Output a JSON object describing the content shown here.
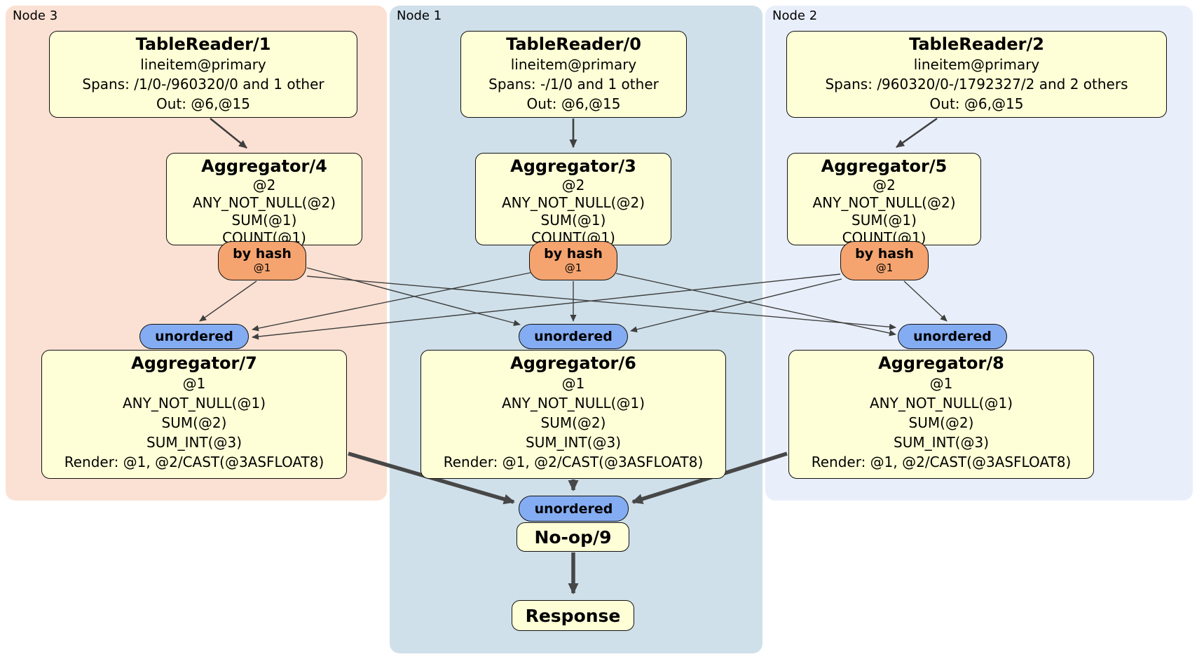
{
  "groups": {
    "node3": {
      "label": "Node 3",
      "bg": "#fbe1d3"
    },
    "node1": {
      "label": "Node 1",
      "bg": "#cfe0ea"
    },
    "node2": {
      "label": "Node 2",
      "bg": "#e9effa"
    }
  },
  "processors": {
    "tr1": {
      "title": "TableReader/1",
      "lines": [
        "lineitem@primary",
        "Spans: /1/0-/960320/0 and 1 other",
        "Out: @6,@15"
      ]
    },
    "tr0": {
      "title": "TableReader/0",
      "lines": [
        "lineitem@primary",
        "Spans: -/1/0 and 1 other",
        "Out: @6,@15"
      ]
    },
    "tr2": {
      "title": "TableReader/2",
      "lines": [
        "lineitem@primary",
        "Spans: /960320/0-/1792327/2 and 2 others",
        "Out: @6,@15"
      ]
    },
    "agg4": {
      "title": "Aggregator/4",
      "lines": [
        "@2",
        "ANY_NOT_NULL(@2)",
        "SUM(@1)",
        "COUNT(@1)"
      ]
    },
    "agg3": {
      "title": "Aggregator/3",
      "lines": [
        "@2",
        "ANY_NOT_NULL(@2)",
        "SUM(@1)",
        "COUNT(@1)"
      ]
    },
    "agg5": {
      "title": "Aggregator/5",
      "lines": [
        "@2",
        "ANY_NOT_NULL(@2)",
        "SUM(@1)",
        "COUNT(@1)"
      ]
    },
    "agg7": {
      "title": "Aggregator/7",
      "lines": [
        "@1",
        "ANY_NOT_NULL(@1)",
        "SUM(@2)",
        "SUM_INT(@3)",
        "Render: @1, @2/CAST(@3ASFLOAT8)"
      ]
    },
    "agg6": {
      "title": "Aggregator/6",
      "lines": [
        "@1",
        "ANY_NOT_NULL(@1)",
        "SUM(@2)",
        "SUM_INT(@3)",
        "Render: @1, @2/CAST(@3ASFLOAT8)"
      ]
    },
    "agg8": {
      "title": "Aggregator/8",
      "lines": [
        "@1",
        "ANY_NOT_NULL(@1)",
        "SUM(@2)",
        "SUM_INT(@3)",
        "Render: @1, @2/CAST(@3ASFLOAT8)"
      ]
    },
    "noop": {
      "title": "No-op/9"
    },
    "response": {
      "title": "Response"
    }
  },
  "router": {
    "label": "by hash",
    "stream": "@1"
  },
  "sync": {
    "label": "unordered"
  },
  "colors": {
    "node3_bg": "#fbe1d3",
    "node1_bg": "#cfe0ea",
    "node2_bg": "#e9effa",
    "processor_bg": "#ffffd7",
    "router_bg": "#f5a470",
    "sync_bg": "#84acf2",
    "edge": "#3f3f3f",
    "border": "#111111"
  }
}
